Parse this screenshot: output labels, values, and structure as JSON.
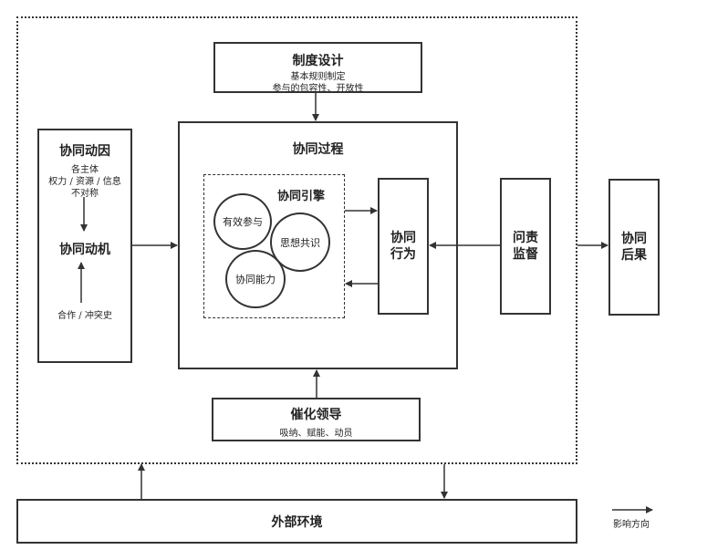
{
  "system_design": {
    "title": "制度设计",
    "line1": "基本规则制定",
    "line2": "参与的包容性、开放性"
  },
  "drivers": {
    "cause_title": "协同动因",
    "cause_line1": "各主体",
    "cause_line2": "权力 / 资源 / 信息",
    "cause_line3": "不对称",
    "motive_title": "协同动机",
    "history": "合作 / 冲突史"
  },
  "process": {
    "title": "协同过程"
  },
  "engine": {
    "title": "协同引擎",
    "c1": "有效参与",
    "c2": "思想共识",
    "c3": "协同能力"
  },
  "action": {
    "line1": "协同",
    "line2": "行为"
  },
  "accountability": {
    "line1": "问责",
    "line2": "监督"
  },
  "outcome": {
    "line1": "协同",
    "line2": "后果"
  },
  "leadership": {
    "title": "催化领导",
    "sub": "吸纳、赋能、动员"
  },
  "environment": {
    "title": "外部环境"
  },
  "legend": {
    "label": "影响方向"
  }
}
